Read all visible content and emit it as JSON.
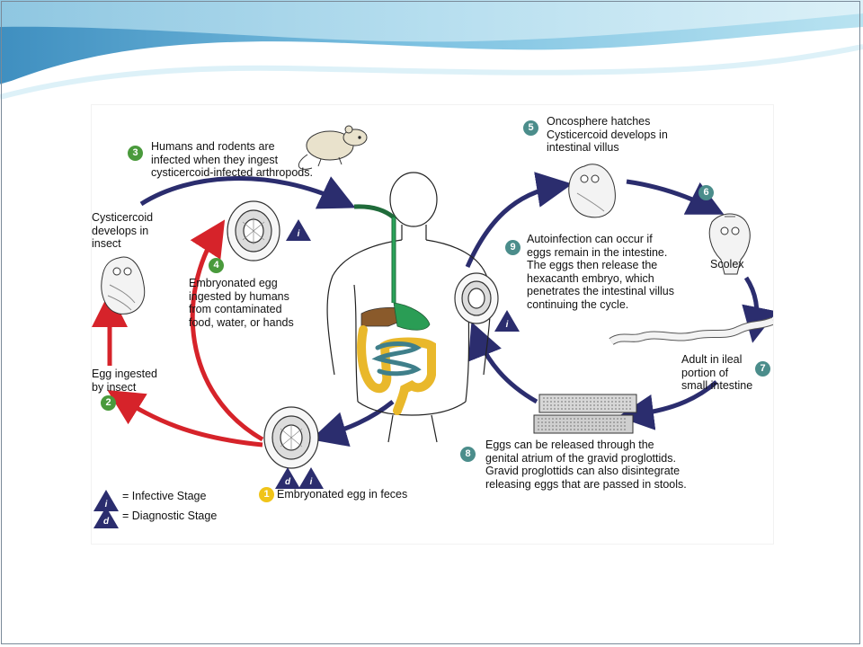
{
  "diagram": {
    "steps": [
      {
        "num": "1",
        "text": "Embryonated egg in feces"
      },
      {
        "num": "2",
        "text": "Egg ingested\nby insect"
      },
      {
        "num": "3",
        "text": "Humans and rodents are\ninfected when they ingest\ncysticercoid-infected arthropods."
      },
      {
        "num": "4",
        "text": "Embryonated egg\ningested by humans\nfrom contaminated\nfood, water, or hands"
      },
      {
        "num": "5",
        "text": "Oncosphere hatches\nCysticercoid develops in\nintestinal villus"
      },
      {
        "num": "6",
        "text": "Scolex"
      },
      {
        "num": "7",
        "text": "Adult in ileal\nportion of\nsmall intestine"
      },
      {
        "num": "8",
        "text": "Eggs can be released through the\ngenital atrium of the gravid proglottids.\nGravid proglottids can also disintegrate\nreleasing eggs that are passed in stools."
      },
      {
        "num": "9",
        "text": "Autoinfection can occur if\neggs remain in the intestine.\nThe eggs then release the\nhexacanth embryo, which\npenetrates the intestinal villus\ncontinuing the cycle."
      }
    ],
    "insect_label": "Cysticercoid\ndevelops in\ninsect",
    "legend": [
      {
        "symbol": "i",
        "text": "= Infective Stage"
      },
      {
        "symbol": "d",
        "text": "= Diagnostic Stage"
      }
    ],
    "colors": {
      "navy": "#2b2d6e",
      "red": "#d6232a",
      "green_badge": "#4a9a3c",
      "teal_badge": "#4b8d8b",
      "yellow_badge": "#f0c419"
    }
  }
}
